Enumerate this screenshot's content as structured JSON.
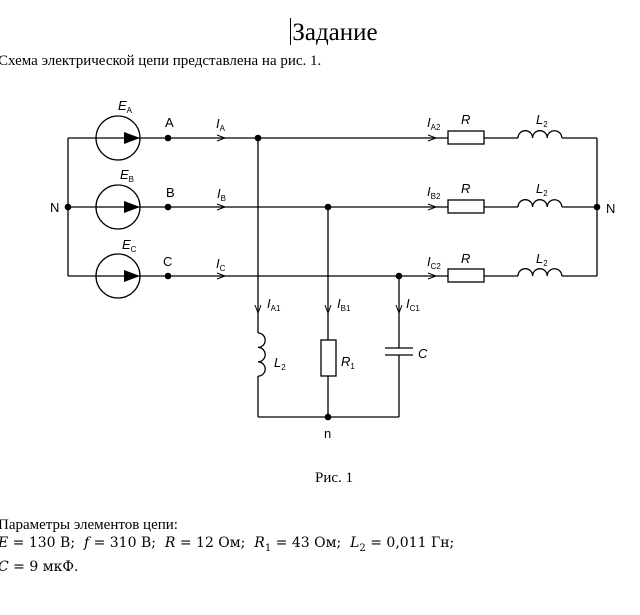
{
  "document": {
    "title": "Задание",
    "intro": "Схема электрической цепи представлена на рис. 1.",
    "caption": "Рис. 1",
    "params_heading": "Параметры элементов цепи:",
    "params_line1": [
      {
        "sym": "E",
        "sub": "",
        "value": "= 130 В;"
      },
      {
        "sym": "f",
        "sub": "",
        "value": "= 310 В;"
      },
      {
        "sym": "R",
        "sub": "",
        "value": "= 12 Ом;"
      },
      {
        "sym": "R",
        "sub": "1",
        "value": "= 43 Ом;"
      },
      {
        "sym": "L",
        "sub": "2",
        "value": "= 0,011 Гн;"
      }
    ],
    "params_line2": [
      {
        "sym": "C",
        "sub": "",
        "value": "= 9 мкФ."
      }
    ]
  },
  "circuit": {
    "sources": [
      {
        "label": "E",
        "sub": "A"
      },
      {
        "label": "E",
        "sub": "B"
      },
      {
        "label": "E",
        "sub": "C"
      }
    ],
    "phase_nodes": [
      "A",
      "B",
      "C"
    ],
    "line_currents": [
      {
        "label": "I",
        "sub": "A"
      },
      {
        "label": "I",
        "sub": "B"
      },
      {
        "label": "I",
        "sub": "C"
      }
    ],
    "load2_currents": [
      {
        "label": "I",
        "sub": "A2"
      },
      {
        "label": "I",
        "sub": "B2"
      },
      {
        "label": "I",
        "sub": "C2"
      }
    ],
    "load2_resistor": {
      "label": "R"
    },
    "load2_inductor": {
      "label": "L",
      "sub": "2"
    },
    "load1_currents": [
      {
        "label": "I",
        "sub": "A1"
      },
      {
        "label": "I",
        "sub": "B1"
      },
      {
        "label": "I",
        "sub": "C1"
      }
    ],
    "load1_inductor": {
      "label": "L",
      "sub": "2"
    },
    "load1_resistor": {
      "label": "R",
      "sub": "1"
    },
    "load1_capacitor": {
      "label": "C"
    },
    "neutral_source": "N",
    "neutral_load2": "N",
    "neutral_load1": "n"
  }
}
